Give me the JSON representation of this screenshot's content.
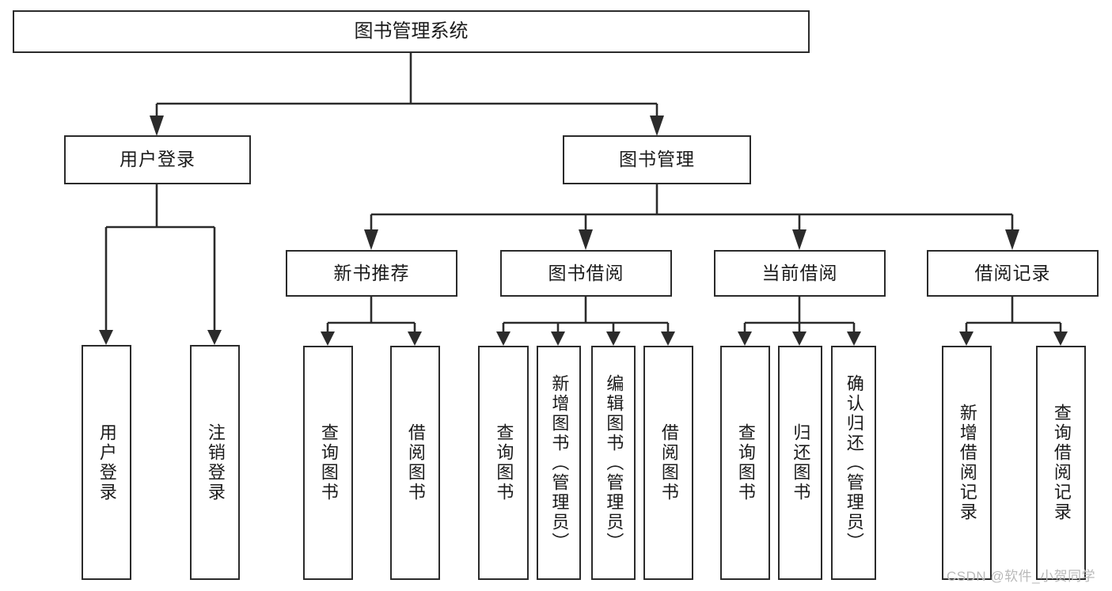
{
  "diagram": {
    "title": "图书管理系统",
    "type": "tree",
    "watermark": "CSDN @软件_小贺同学",
    "colors": {
      "border": "#2b2b2b",
      "line": "#2b2b2b",
      "background": "#ffffff",
      "text": "#1b1b1b",
      "watermark": "#b9b9b9"
    },
    "levels": {
      "root": {
        "label": "图书管理系统"
      },
      "level2": [
        {
          "label": "用户登录"
        },
        {
          "label": "图书管理"
        }
      ],
      "level3": [
        {
          "label": "新书推荐"
        },
        {
          "label": "图书借阅"
        },
        {
          "label": "当前借阅"
        },
        {
          "label": "借阅记录"
        }
      ],
      "leaves": [
        {
          "label": "用户登录",
          "parent": "用户登录"
        },
        {
          "label": "注销登录",
          "parent": "用户登录"
        },
        {
          "label": "查询图书",
          "parent": "新书推荐"
        },
        {
          "label": "借阅图书",
          "parent": "新书推荐"
        },
        {
          "label": "查询图书",
          "parent": "图书借阅"
        },
        {
          "label": "新增图书（管理员）",
          "parent": "图书借阅"
        },
        {
          "label": "编辑图书（管理员）",
          "parent": "图书借阅"
        },
        {
          "label": "借阅图书",
          "parent": "图书借阅"
        },
        {
          "label": "查询图书",
          "parent": "当前借阅"
        },
        {
          "label": "归还图书",
          "parent": "当前借阅"
        },
        {
          "label": "确认归还（管理员）",
          "parent": "当前借阅"
        },
        {
          "label": "新增借阅记录",
          "parent": "借阅记录"
        },
        {
          "label": "查询借阅记录",
          "parent": "借阅记录"
        }
      ]
    }
  }
}
